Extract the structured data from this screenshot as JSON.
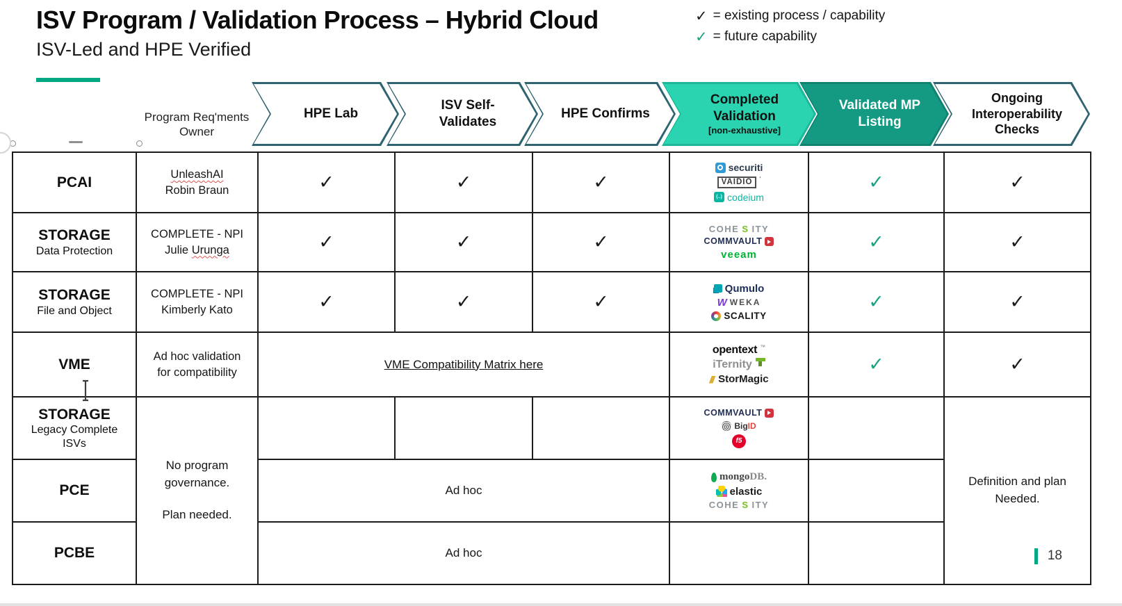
{
  "slide": {
    "title": "ISV Program / Validation Process – Hybrid Cloud",
    "subtitle": "ISV-Led and HPE Verified",
    "page_number": "18"
  },
  "legend": {
    "check_glyph": "✓",
    "existing_label": "= existing process / capability",
    "future_label": "= future capability"
  },
  "glyphs": {
    "check": "✓"
  },
  "table": {
    "owner_header_line1": "Program Req'ments",
    "owner_header_line2": "Owner",
    "chevrons": [
      {
        "label": "HPE Lab"
      },
      {
        "label_line1": "ISV Self-",
        "label_line2": "Validates"
      },
      {
        "label": "HPE Confirms"
      },
      {
        "label_line1": "Completed",
        "label_line2": "Validation",
        "sublabel": "[non-exhaustive]"
      },
      {
        "label_line1": "Validated MP",
        "label_line2": "Listing"
      },
      {
        "label_line1": "Ongoing",
        "label_line2": "Interoperability",
        "label_line3": "Checks"
      }
    ]
  },
  "rows": {
    "pcai": {
      "category": "PCAI",
      "owner_line1": "UnleashAI",
      "owner_line2": "Robin Braun"
    },
    "storage_dp": {
      "category": "STORAGE",
      "subcategory": "Data Protection",
      "owner_line1": "COMPLETE - NPI",
      "owner_line2a": "Julie",
      "owner_line2b": "Urunga"
    },
    "storage_fo": {
      "category": "STORAGE",
      "subcategory": "File and Object",
      "owner_line1": "COMPLETE - NPI",
      "owner_line2": "Kimberly Kato"
    },
    "vme": {
      "category": "VME",
      "owner_line1": "Ad hoc validation",
      "owner_line2": "for compatibility",
      "link_label": "VME Compatibility Matrix here"
    },
    "storage_legacy": {
      "category": "STORAGE",
      "subcategory": "Legacy Complete ISVs"
    },
    "pce": {
      "category": "PCE",
      "adhoc_label": "Ad hoc"
    },
    "pcbe": {
      "category": "PCBE",
      "adhoc_label": "Ad hoc"
    }
  },
  "merged_notes": {
    "governance_line1": "No program governance.",
    "governance_line2": "Plan needed.",
    "definition_note": "Definition and plan Needed."
  },
  "logos": {
    "securiti": {
      "text": "securiti"
    },
    "vaidio": {
      "text": "VAIDIO",
      "mark": "'"
    },
    "codeium": {
      "icon_glyph": "(..)",
      "text": "codeium"
    },
    "cohesity": {
      "pre": "COHE",
      "green_letter": "S",
      "post": "ITY"
    },
    "commvault": {
      "text": "COMMVAULT"
    },
    "veeam": {
      "text": "veeam"
    },
    "qumulo": {
      "text": "Qumulo"
    },
    "weka": {
      "icon_glyph": "W",
      "text": "WEKA"
    },
    "scality": {
      "text": "SCALITY"
    },
    "opentext": {
      "text": "opentext",
      "trademark": "™"
    },
    "iternity": {
      "text": "iTernity"
    },
    "stormagic": {
      "icon_glyph": "///",
      "text": "StorMagic"
    },
    "bigid": {
      "prefix": "Big",
      "suffix": "ID"
    },
    "f5": {
      "text": "f5"
    },
    "mongodb": {
      "prefix": "mongo",
      "suffix": "DB."
    },
    "elastic": {
      "text": "elastic"
    }
  },
  "colors": {
    "hpe_green": "#01A982",
    "chevron_outline": "#2E6370",
    "completed_fill": "#2BD4B0",
    "validated_fill": "#149A83",
    "future_check": "#18A383"
  }
}
